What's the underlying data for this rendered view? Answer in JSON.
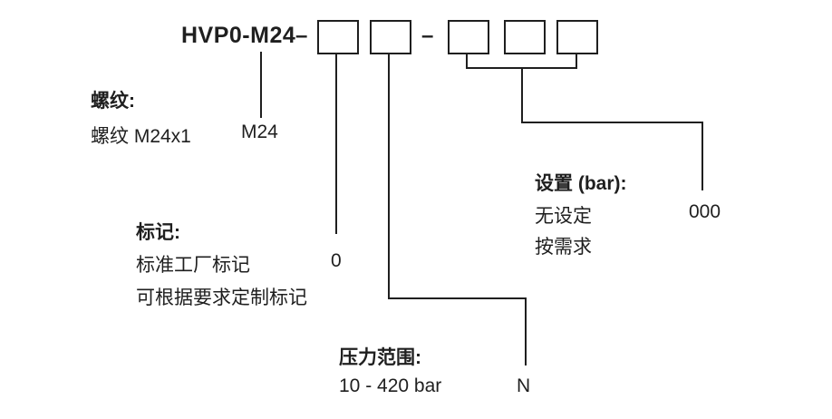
{
  "diagram": {
    "model": "HVP0-M24",
    "separator": "–",
    "sections": {
      "thread": {
        "label": "螺纹:",
        "rows": [
          {
            "text": "螺纹 M24x1",
            "value": "M24"
          }
        ]
      },
      "marking": {
        "label": "标记:",
        "rows": [
          {
            "text": "标准工厂标记",
            "value": "0"
          },
          {
            "text": "可根据要求定制标记",
            "value": ""
          }
        ]
      },
      "pressure": {
        "label": "压力范围:",
        "rows": [
          {
            "text": "10 - 420 bar",
            "value": "N"
          }
        ]
      },
      "setting": {
        "label": "设置 (bar):",
        "rows": [
          {
            "text": "无设定",
            "value": "000"
          },
          {
            "text": "按需求",
            "value": ""
          }
        ]
      }
    }
  }
}
